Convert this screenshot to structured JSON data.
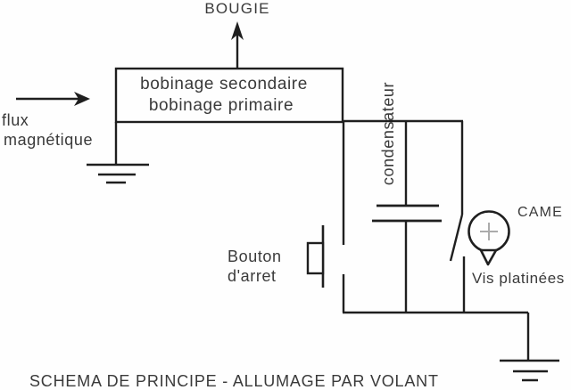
{
  "colors": {
    "background": "#fefefe",
    "ink": "#1f1f1f",
    "text": "#3a3a3a",
    "cam_plus": "#ababab"
  },
  "labels": {
    "spark_plug": "BOUGIE",
    "coil_secondary": "bobinage secondaire",
    "coil_primary": "bobinage primaire",
    "flux_line1": "flux",
    "flux_line2": "magnétique",
    "capacitor": "condensateur",
    "stop_button_line1": "Bouton",
    "stop_button_line2": "d'arret",
    "cam": "CAME",
    "points": "Vis platinées",
    "title": "SCHEMA DE PRINCIPE - ALLUMAGE PAR VOLANT"
  }
}
